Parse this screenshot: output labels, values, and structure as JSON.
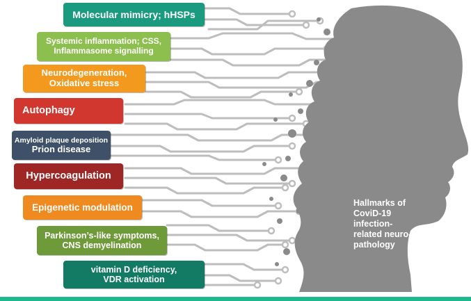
{
  "boxes": [
    {
      "id": "mimicry",
      "lines": [
        "Molecular mimicry; hHSPs"
      ],
      "color": "#1a9a7f"
    },
    {
      "id": "inflammation",
      "lines": [
        "Systemic inflammation; CSS,",
        "Inflammasome signalling"
      ],
      "color": "#8cbf4e"
    },
    {
      "id": "neurodegeneration",
      "lines": [
        "Neurodegeneration,",
        "Oxidative stress"
      ],
      "color": "#f39a1e"
    },
    {
      "id": "autophagy",
      "lines": [
        "Autophagy"
      ],
      "color": "#d1372e"
    },
    {
      "id": "amyloid",
      "lines": [
        "Amyloid plaque deposition",
        "Prion disease"
      ],
      "color": "#3f5168"
    },
    {
      "id": "hypercoagulation",
      "lines": [
        "Hypercoagulation"
      ],
      "color": "#9e2625"
    },
    {
      "id": "epigenetic",
      "lines": [
        "Epigenetic modulation"
      ],
      "color": "#ef8a21"
    },
    {
      "id": "parkinsons",
      "lines": [
        "Parkinson’s-like symptoms,",
        "CNS demyelination"
      ],
      "color": "#6f9a3a"
    },
    {
      "id": "vitamin-d",
      "lines": [
        "vitamin D deficiency,",
        "VDR activation"
      ],
      "color": "#137a63"
    }
  ],
  "caption": {
    "lines": [
      "Hallmarks of",
      "CoviD-19",
      "infection-",
      "related neuro-",
      "pathology"
    ]
  },
  "colors": {
    "circuit": "#bdbdbd",
    "head": "#8a8a8a",
    "bar": "#1db88e"
  }
}
